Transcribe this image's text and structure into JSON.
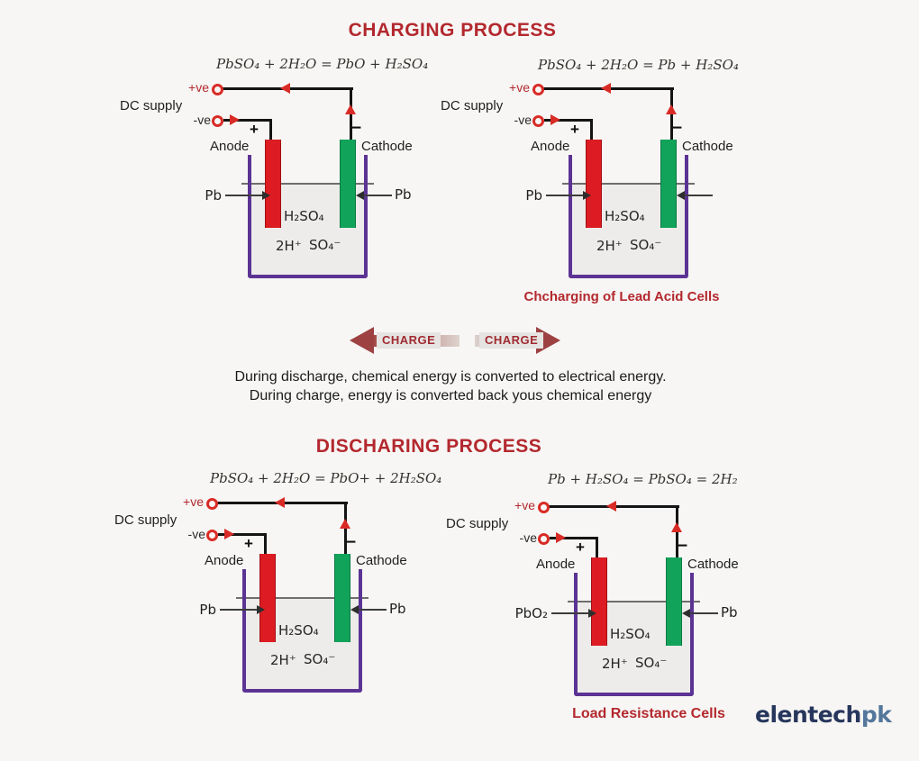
{
  "colors": {
    "accent_red": "#b3282e",
    "terminal_red": "#d92b26",
    "electrode_red": "#dc1c22",
    "electrode_green": "#12a35b",
    "beaker_purple": "#5b3394",
    "wire_black": "#141414",
    "charge_arrow_red": "#9d4143",
    "logo_navy": "#27365c",
    "logo_blue": "#54779c"
  },
  "charging": {
    "title": "CHARGING PROCESS",
    "equation_left": "PbSO₄ + 2H₂O = PbO + H₂SO₄",
    "equation_right": "PbSO₄ + 2H₂O = Pb + H₂SO₄"
  },
  "discharging": {
    "title": "DISCHARING PROCESS",
    "equation_left": "PbSO₄ + 2H₂O = PbO+ + 2H₂SO₄",
    "equation_right": "Pb + H₂SO₄ = PbSO₄ = 2H₂"
  },
  "middle": {
    "charge_left": "CHARGE",
    "charge_right": "CHARGE",
    "line1": "During discharge, chemical energy is converted to electrical energy.",
    "line2": "During charge, energy  is converted back yous chemical energy"
  },
  "captions": {
    "charging_cells": "Chcharging of Lead Acid Cells",
    "load_resistance": "Load Resistance Cells"
  },
  "logo": {
    "part1": "elentech",
    "part2": "pk"
  },
  "cells": [
    {
      "labels": {
        "pos": "+ve",
        "neg": "-ve",
        "dc": "DC supply",
        "plus": "+",
        "minus": "−",
        "anode": "Anode",
        "cathode": "Cathode",
        "left_material": "Pb",
        "right_material": "Pb",
        "acid": "H₂SO₄",
        "ion_h": "2H⁺",
        "ion_so4": "SO₄⁻"
      }
    },
    {
      "labels": {
        "pos": "+ve",
        "neg": "-ve",
        "dc": "DC supply",
        "plus": "+",
        "minus": "−",
        "anode": "Anode",
        "cathode": "Cathode",
        "left_material": "Pb",
        "right_material": "",
        "acid": "H₂SO₄",
        "ion_h": "2H⁺",
        "ion_so4": "SO₄⁻"
      }
    },
    {
      "labels": {
        "pos": "+ve",
        "neg": "-ve",
        "dc": "DC supply",
        "plus": "+",
        "minus": "−",
        "anode": "Anode",
        "cathode": "Cathode",
        "left_material": "Pb",
        "right_material": "Pb",
        "acid": "H₂SO₄",
        "ion_h": "2H⁺",
        "ion_so4": "SO₄⁻"
      }
    },
    {
      "labels": {
        "pos": "+ve",
        "neg": "-ve",
        "dc": "DC supply",
        "plus": "+",
        "minus": "−",
        "anode": "Anode",
        "cathode": "Cathode",
        "left_material": "PbO₂",
        "right_material": "Pb",
        "acid": "H₂SO₄",
        "ion_h": "2H⁺",
        "ion_so4": "SO₄⁻"
      }
    }
  ]
}
